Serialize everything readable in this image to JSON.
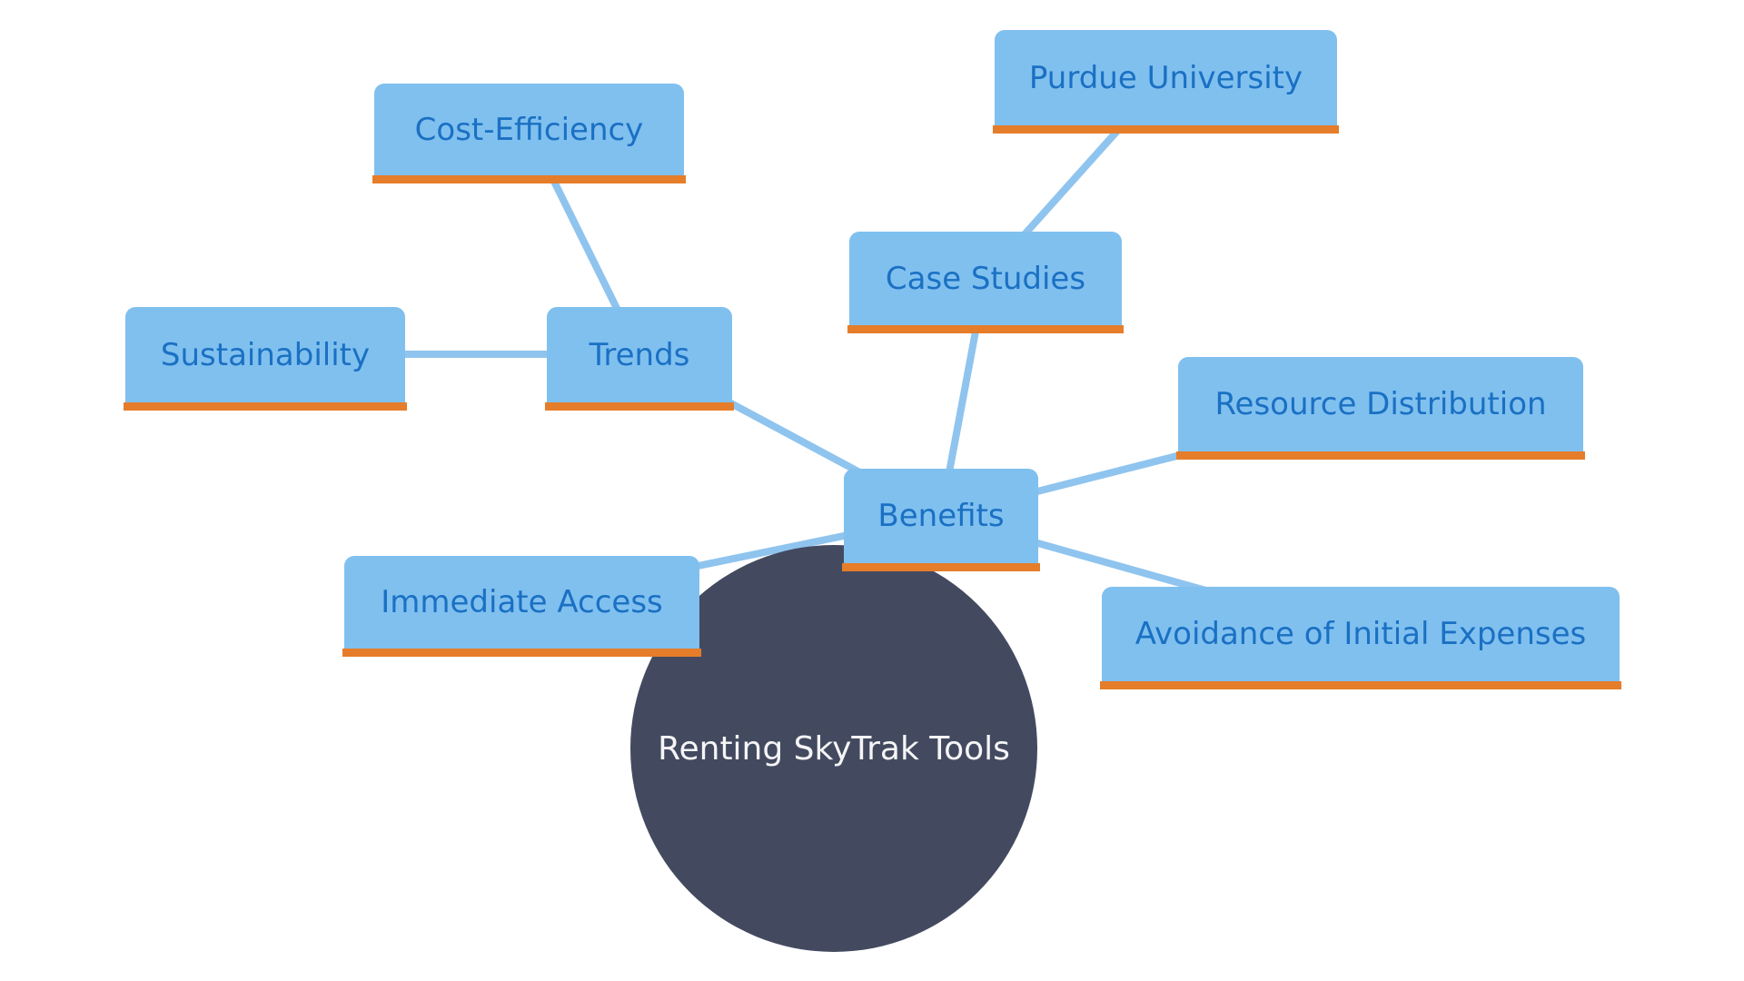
{
  "diagram": {
    "type": "mindmap",
    "root": {
      "label": "Renting SkyTrak Tools"
    },
    "nodes": {
      "cost_efficiency": {
        "label": "Cost-Efficiency"
      },
      "purdue_university": {
        "label": "Purdue University"
      },
      "case_studies": {
        "label": "Case Studies"
      },
      "sustainability": {
        "label": "Sustainability"
      },
      "trends": {
        "label": "Trends"
      },
      "resource_distribution": {
        "label": "Resource Distribution"
      },
      "benefits": {
        "label": "Benefits"
      },
      "immediate_access": {
        "label": "Immediate Access"
      },
      "avoidance_of_initial_expenses": {
        "label": "Avoidance of Initial Expenses"
      }
    },
    "edges": [
      [
        "cost_efficiency",
        "trends"
      ],
      [
        "sustainability",
        "trends"
      ],
      [
        "trends",
        "benefits"
      ],
      [
        "purdue_university",
        "case_studies"
      ],
      [
        "case_studies",
        "benefits"
      ],
      [
        "resource_distribution",
        "benefits"
      ],
      [
        "immediate_access",
        "benefits"
      ],
      [
        "avoidance_of_initial_expenses",
        "benefits"
      ],
      [
        "root",
        "benefits"
      ]
    ],
    "colors": {
      "node_fill": "#80C0EF",
      "node_text": "#1A70C3",
      "underline": "#E67D2A",
      "edge": "#8FC4EE",
      "root_fill": "#434A60",
      "root_text": "#F5F5F7",
      "background": "#FFFFFF"
    }
  }
}
